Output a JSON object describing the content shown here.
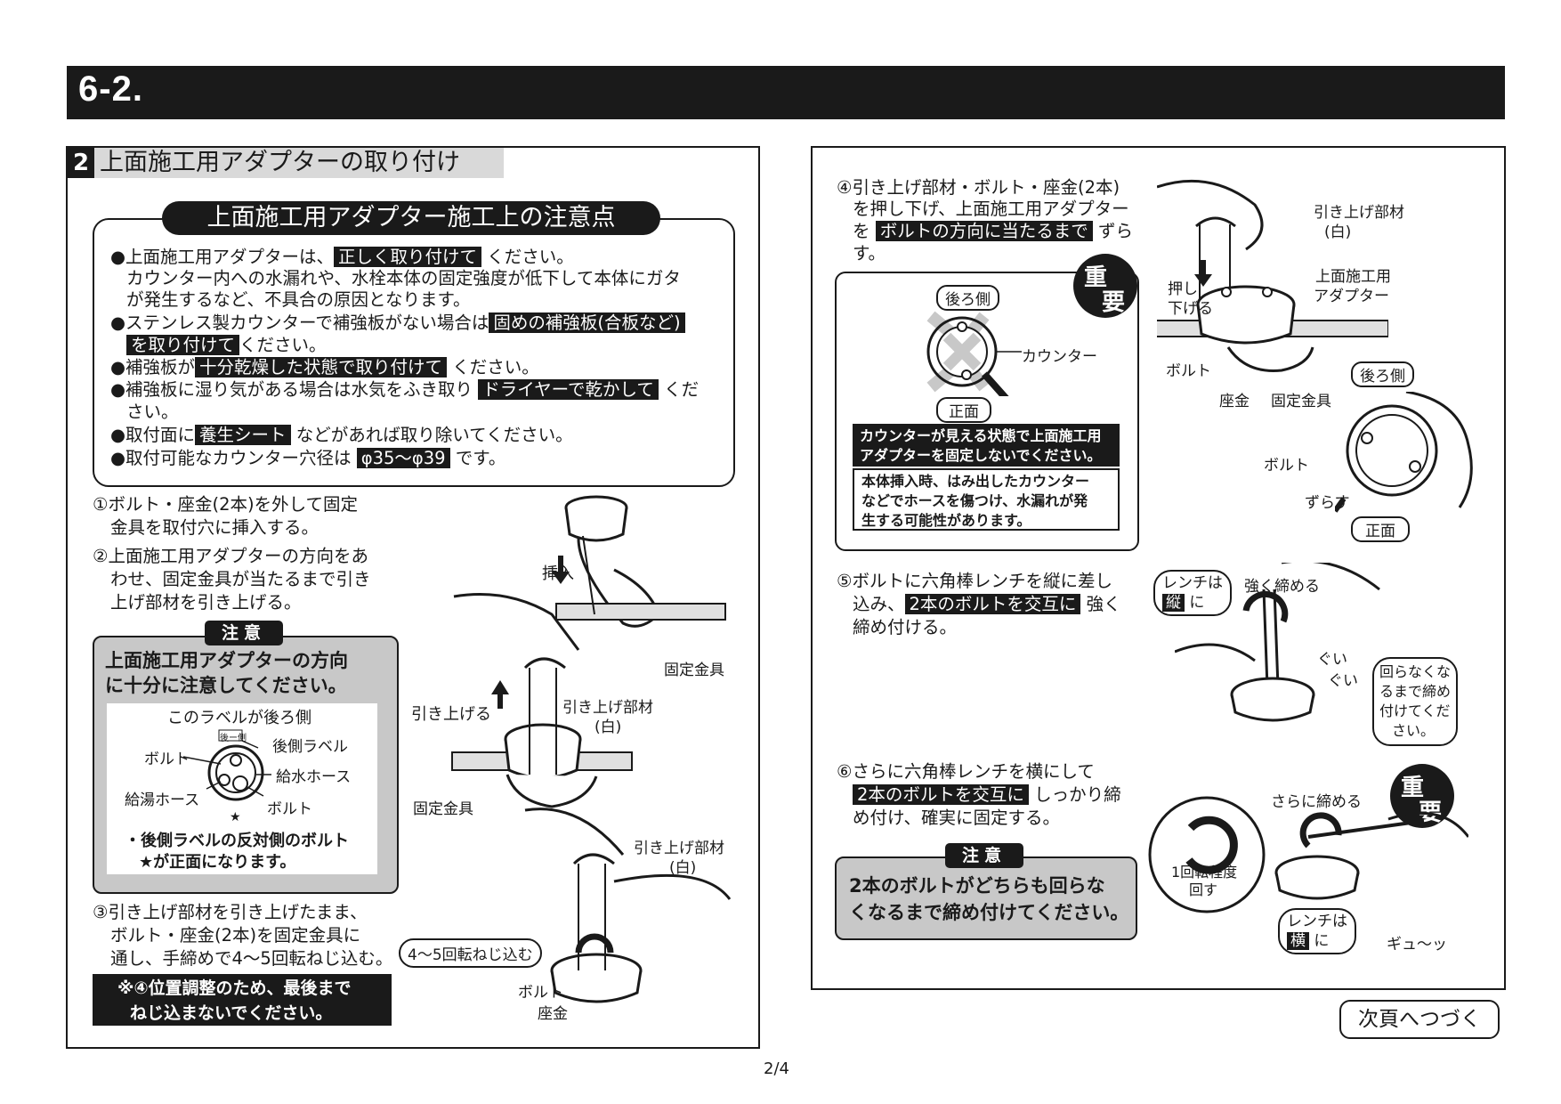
{
  "header": {
    "section": "6-2."
  },
  "section": {
    "number": "2",
    "title": "上面施工用アダプターの取り付け"
  },
  "caution": {
    "heading": "上面施工用アダプター施工上の注意点",
    "l1a": "●上面施工用アダプターは、",
    "l1b": "正しく取り付けて",
    "l1c": "ください。",
    "l2": "カウンター内への水漏れや、水栓本体の固定強度が低下して本体にガタ",
    "l3": "が発生するなど、不具合の原因となります。",
    "l4a": "●ステンレス製カウンターで補強板がない場合は",
    "l4b": "固めの補強板(合板など)",
    "l5a": "を取り付けて",
    "l5b": "ください。",
    "l6a": "●補強板が",
    "l6b": "十分乾燥した状態で取り付けて",
    "l6c": "ください。",
    "l7a": "●補強板に湿り気がある場合は水気をふき取り",
    "l7b": "ドライヤーで乾かして",
    "l7c": "くだ",
    "l8": "さい。",
    "l9a": "●取付面に",
    "l9b": "養生シート",
    "l9c": "などがあれば取り除いてください。",
    "l10a": "●取付可能なカウンター穴径は",
    "l10b": "φ35～φ39",
    "l10c": "です。"
  },
  "steps_left": {
    "s1a": "①ボルト・座金(2本)を外して固定",
    "s1b": "金具を取付穴に挿入する。",
    "s2a": "②上面施工用アダプターの方向をあ",
    "s2b": "わせ、固定金具が当たるまで引き",
    "s2c": "上げ部材を引き上げる。",
    "s3a": "③引き上げ部材を引き上げたまま、",
    "s3b": "ボルト・座金(2本)を固定金具に",
    "s3c": "通し、手締めで4～5回転ねじ込む。"
  },
  "attention1": {
    "tag": "注意",
    "msg1": "上面施工用アダプターの方向",
    "msg2": "に十分に注意してください。",
    "label_top": "このラベルが後ろ側",
    "back_tag": "後ー側",
    "bolt": "ボルト",
    "back_label": "後側ラベル",
    "water_hose": "給水ホース",
    "hot_hose": "給湯ホース",
    "bolt2": "ボルト",
    "star": "★",
    "note1": "・後側ラベルの反対側のボルト",
    "note2": "★が正面になります。"
  },
  "note_black": {
    "l1": "※④位置調整のため、最後まで",
    "l2": "ねじ込まないでください。"
  },
  "fig_left": {
    "insert": "挿入",
    "bracket": "固定金具",
    "pull_up": "引き上げる",
    "pull_member": "引き上げ部材",
    "white": "(白)",
    "bracket2": "固定金具",
    "pull_member2": "引き上げ部材",
    "white2": "(白)",
    "screw": "4～5回転ねじ込む",
    "bolt": "ボルト",
    "washer": "座金"
  },
  "steps_right": {
    "s4a": "④引き上げ部材・ボルト・座金(2本)",
    "s4b": "を押し下げ、上面施工用アダプター",
    "s4c": "を",
    "s4d": "ボルトの方向に当たるまで",
    "s4e": "ずら",
    "s4f": "す。",
    "s5a": "⑤ボルトに六角棒レンチを縦に差し",
    "s5b": "込み、",
    "s5c": "2本のボルトを交互に",
    "s5d": "強く",
    "s5e": "締め付ける。",
    "s6a": "⑥さらに六角棒レンチを横にして",
    "s6b": "2本のボルトを交互に",
    "s6c": "しっかり締",
    "s6d": "め付け、確実に固定する。"
  },
  "important": {
    "badge1": "重",
    "badge2": "要",
    "back": "後ろ側",
    "front": "正面",
    "counter": "カウンター",
    "warn1a": "カウンターが見える状態で上面施工用",
    "warn1b": "アダプターを固定しないでください。",
    "warn2a": "本体挿入時、はみ出したカウンター",
    "warn2b": "などでホースを傷つけ、水漏れが発",
    "warn2c": "生する可能性があります。"
  },
  "fig_right": {
    "pull_member": "引き上げ部材",
    "white": "(白)",
    "adapter1": "上面施工用",
    "adapter2": "アダプター",
    "push1": "押し",
    "push2": "下げる",
    "bolt": "ボルト",
    "washer": "座金",
    "bracket": "固定金具",
    "back": "後ろ側",
    "bolt2": "ボルト",
    "shift": "ずらす",
    "front": "正面",
    "wrench_v1": "レンチは",
    "wrench_v2": "縦",
    "wrench_v3": "に",
    "tighten_strong": "強く締める",
    "gui1": "ぐい",
    "gui2": "ぐい",
    "until1": "回らなくな",
    "until2": "るまで締め",
    "until3": "付けてくだ",
    "until4": "さい。",
    "more": "さらに締める",
    "turn1": "1回転程度",
    "turn2": "回す",
    "wrench_h1": "レンチは",
    "wrench_h2": "横",
    "wrench_h3": "に",
    "gyu": "ギュ～ッ",
    "badge1": "重",
    "badge2": "要"
  },
  "attention2": {
    "tag": "注意",
    "msg1": "2本のボルトがどちらも回らな",
    "msg2": "くなるまで締め付けてください。"
  },
  "footer": {
    "next": "次頁へつづく",
    "page": "2/4"
  },
  "colors": {
    "ink": "#1a1a1a",
    "gray": "#c8c8c8",
    "title_bg": "#d9d9d9"
  }
}
